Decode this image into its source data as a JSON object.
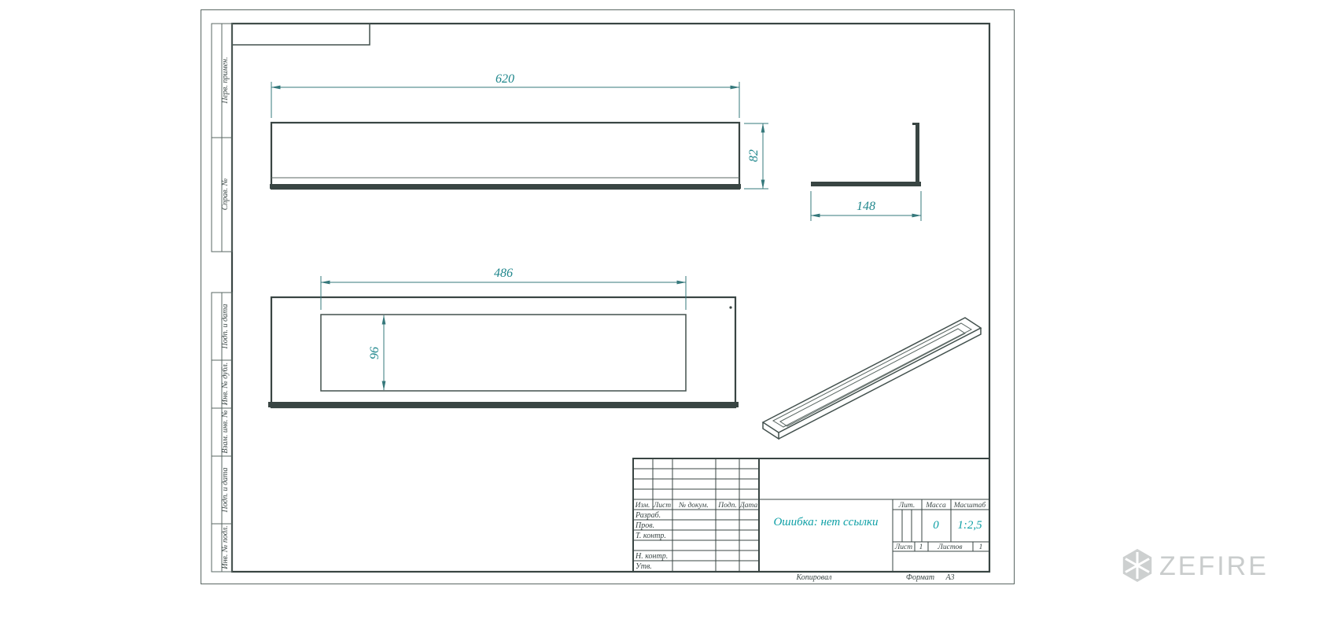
{
  "dimensions": {
    "top_length": "620",
    "side_height": "82",
    "side_depth": "148",
    "opening_length": "486",
    "opening_height": "96"
  },
  "margin": {
    "perv": "Перв. примен.",
    "sprav": "Справ. №",
    "podp1": "Подп. и дата",
    "dubl": "Инв. № дубл.",
    "vzam": "Взам. инв. №",
    "podp2": "Подп. и дата",
    "podl": "Инв. № подл."
  },
  "title_block": {
    "izm": "Изм.",
    "list_col": "Лист",
    "doc_col": "№ докум.",
    "podp_col": "Подп.",
    "data_col": "Дата",
    "razrab": "Разраб.",
    "prov": "Пров.",
    "t_kontr": "Т. контр.",
    "n_kontr": "Н. контр.",
    "utv": "Утв.",
    "name": "Ошибка: нет ссылки",
    "lit": "Лит.",
    "massa": "Масса",
    "masshtab": "Масштаб",
    "massa_value": "0",
    "masshtab_value": "1:2,5",
    "list_label": "Лист",
    "list_value": "1",
    "listov_label": "Листов",
    "listov_value": "1"
  },
  "footer": {
    "kopiroval": "Копировал",
    "format_label": "Формат",
    "format_value": "А3"
  },
  "watermark": {
    "brand": "ZEFIRE"
  },
  "colors": {
    "line": "#394543",
    "dimension": "#1e868b",
    "accent": "#0fa0a6",
    "watermark": "#c9cccc"
  }
}
